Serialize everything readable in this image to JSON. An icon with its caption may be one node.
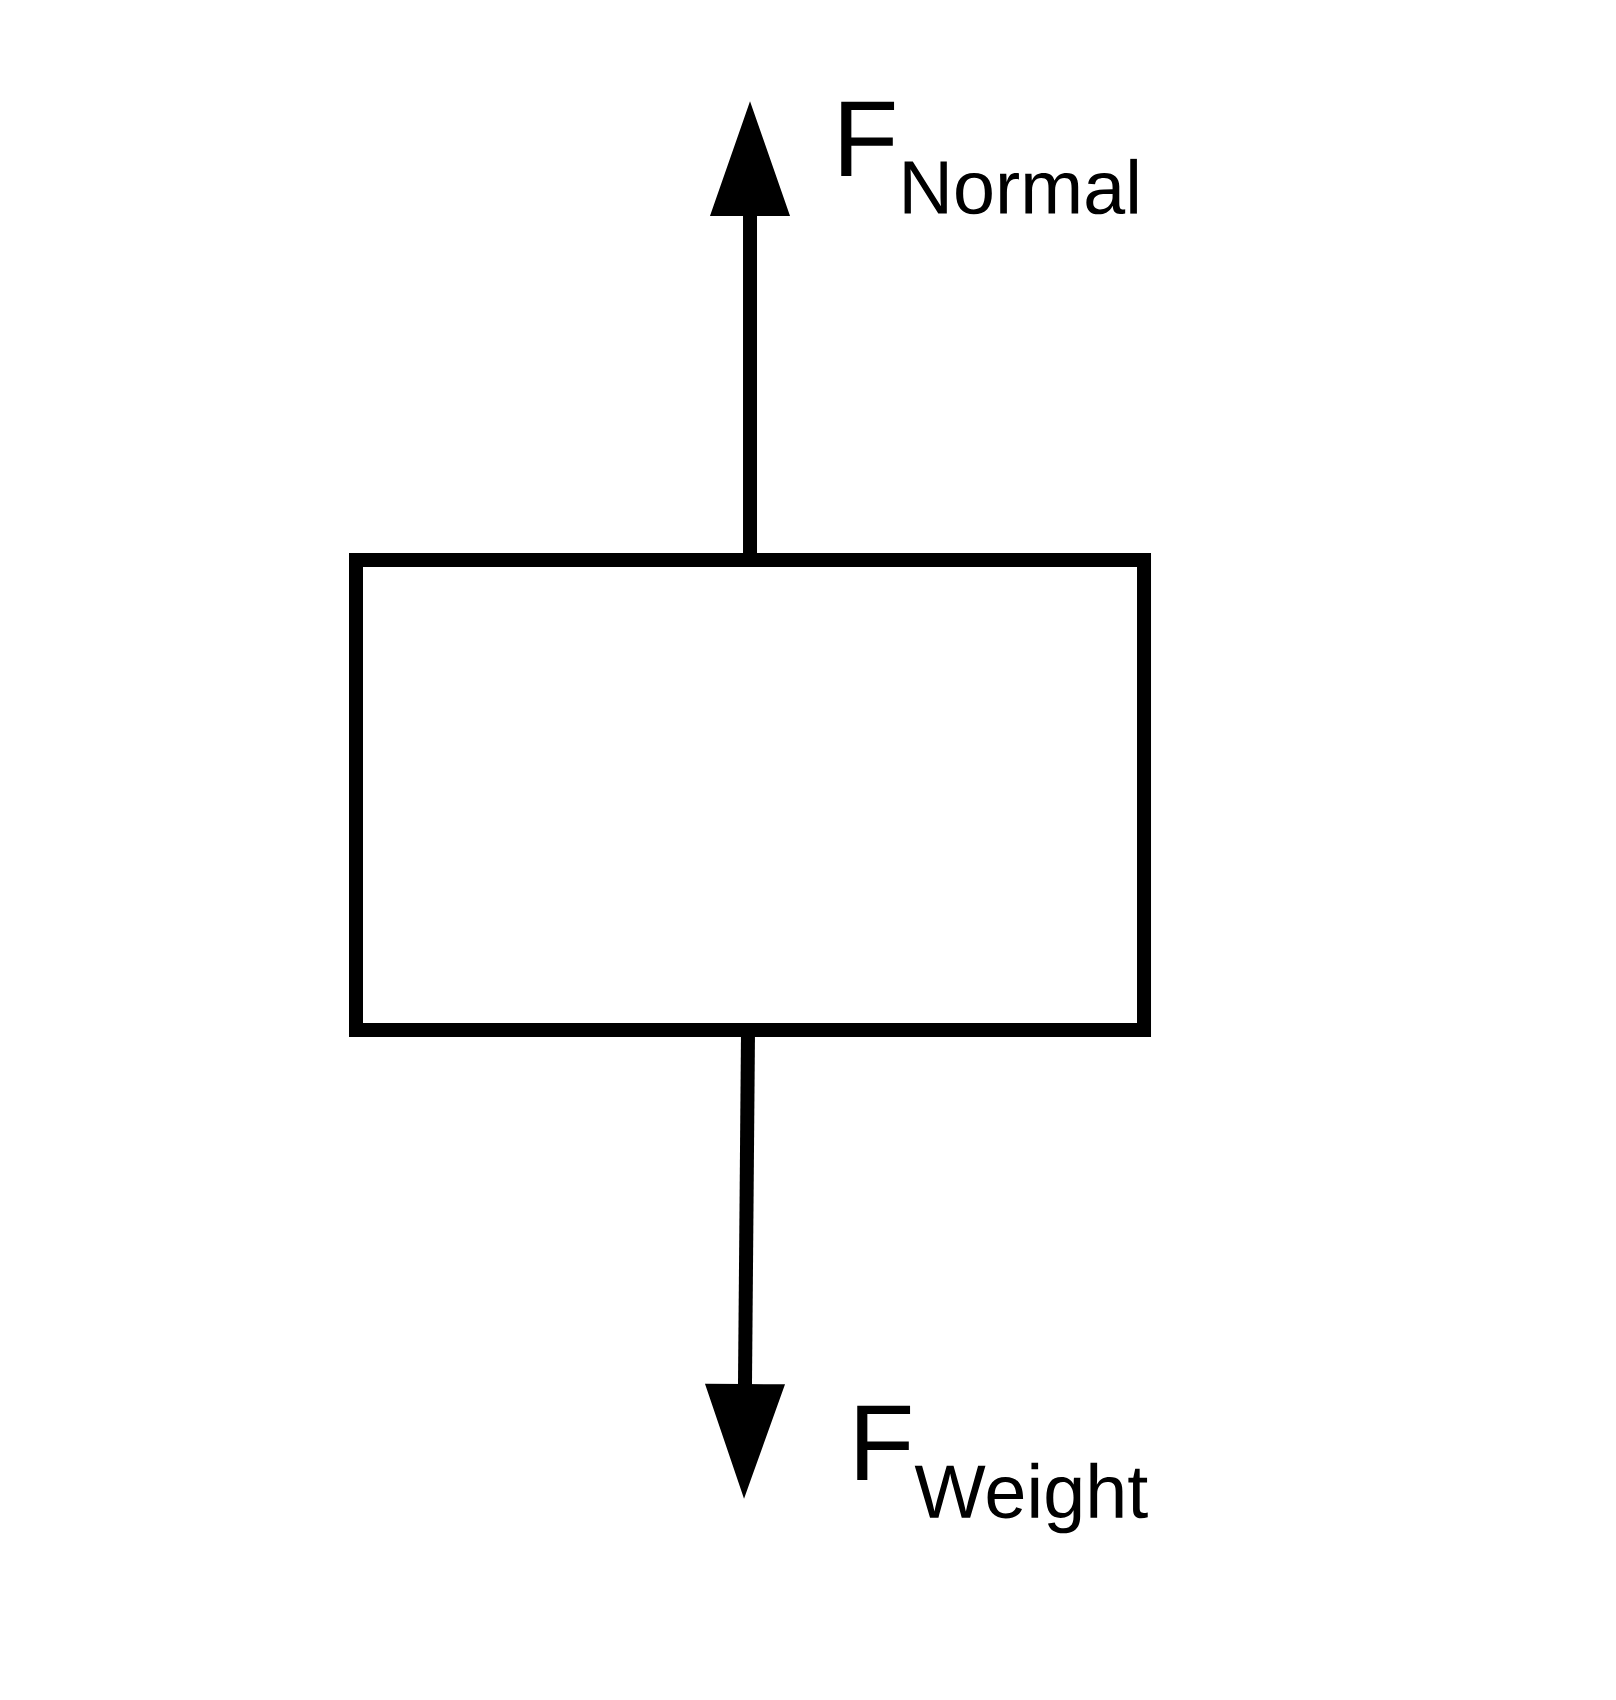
{
  "diagram": {
    "nodes": [
      {
        "text": [],
        "shape": "box"
      }
    ],
    "labels": [
      "F$_{Normal}$",
      "F$_{Weight}$"
    ]
  }
}
